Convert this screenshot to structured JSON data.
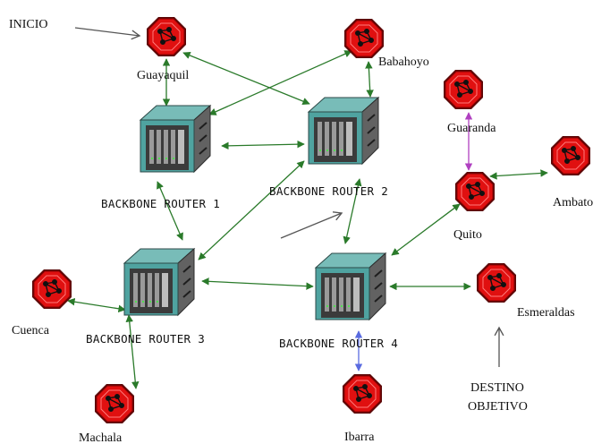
{
  "diagram": {
    "annotations": {
      "start": "INICIO",
      "target_line1": "DESTINO",
      "target_line2": "OBJETIVO"
    },
    "colors": {
      "link": "#2a7a2a",
      "link_quito_guaranda": "#b040c0",
      "link_router4_ibarra": "#5a6be0",
      "city_node": "#e01010",
      "router_teal": "#4fa3a0",
      "router_gray": "#6d6d6d",
      "annotation_arrow": "#555555"
    },
    "routers": [
      {
        "id": "r1",
        "label": "BACKBONE ROUTER 1"
      },
      {
        "id": "r2",
        "label": "BACKBONE ROUTER 2"
      },
      {
        "id": "r3",
        "label": "BACKBONE ROUTER 3"
      },
      {
        "id": "r4",
        "label": "BACKBONE ROUTER 4"
      }
    ],
    "cities": [
      {
        "id": "guayaquil",
        "label": "Guayaquil"
      },
      {
        "id": "babahoyo",
        "label": "Babahoyo"
      },
      {
        "id": "guaranda",
        "label": "Guaranda"
      },
      {
        "id": "ambato",
        "label": "Ambato"
      },
      {
        "id": "quito",
        "label": "Quito"
      },
      {
        "id": "cuenca",
        "label": "Cuenca"
      },
      {
        "id": "esmeraldas",
        "label": "Esmeraldas"
      },
      {
        "id": "machala",
        "label": "Machala"
      },
      {
        "id": "ibarra",
        "label": "Ibarra"
      }
    ],
    "links": [
      {
        "from": "guayaquil",
        "to": "r1",
        "color": "link"
      },
      {
        "from": "guayaquil",
        "to": "r2",
        "color": "link"
      },
      {
        "from": "babahoyo",
        "to": "r1",
        "color": "link"
      },
      {
        "from": "babahoyo",
        "to": "r2",
        "color": "link"
      },
      {
        "from": "r1",
        "to": "r2",
        "color": "link"
      },
      {
        "from": "r1",
        "to": "r3",
        "color": "link"
      },
      {
        "from": "r2",
        "to": "r3",
        "color": "link"
      },
      {
        "from": "r2",
        "to": "r4",
        "color": "link"
      },
      {
        "from": "r3",
        "to": "r4",
        "color": "link"
      },
      {
        "from": "r3",
        "to": "cuenca",
        "color": "link"
      },
      {
        "from": "r3",
        "to": "machala",
        "color": "link"
      },
      {
        "from": "r4",
        "to": "quito",
        "color": "link"
      },
      {
        "from": "r4",
        "to": "esmeraldas",
        "color": "link"
      },
      {
        "from": "r4",
        "to": "ibarra",
        "color": "link_router4_ibarra"
      },
      {
        "from": "quito",
        "to": "guaranda",
        "color": "link_quito_guaranda"
      },
      {
        "from": "quito",
        "to": "ambato",
        "color": "link"
      }
    ]
  }
}
